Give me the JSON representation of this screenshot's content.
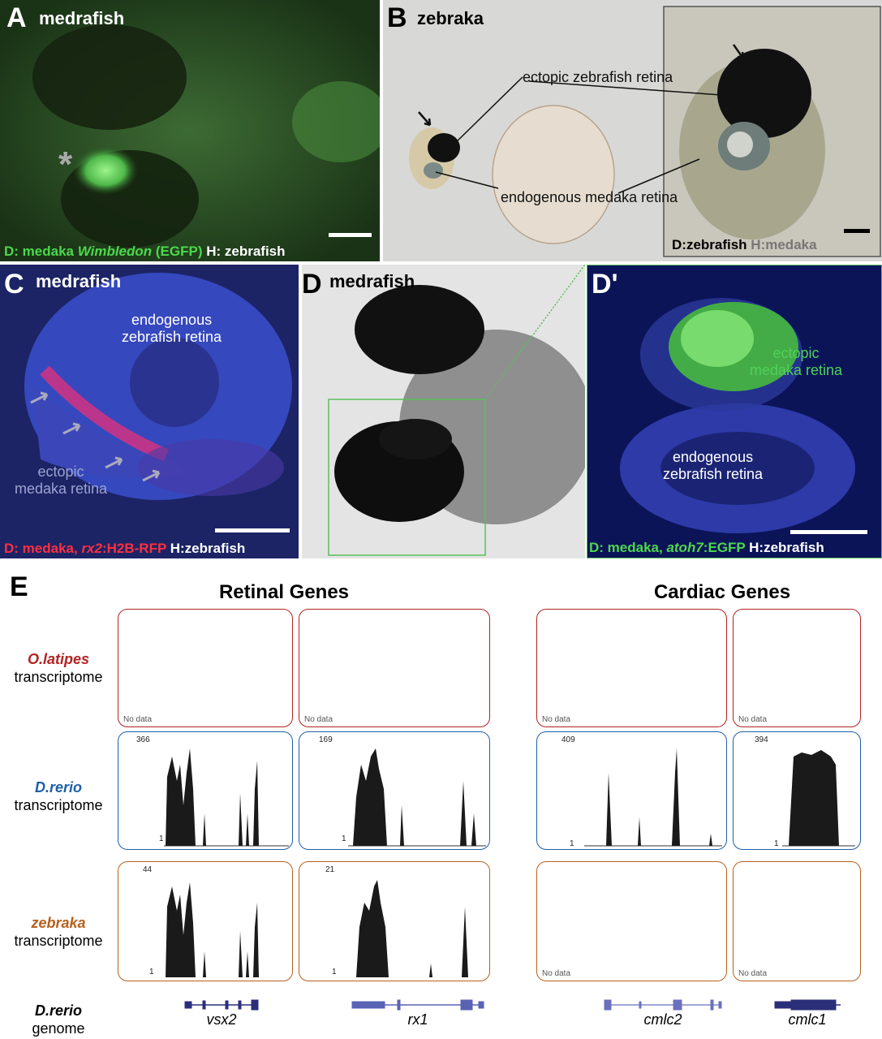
{
  "panels": {
    "A": {
      "letter": "A",
      "title": "medrafish",
      "cap_prefix": "D: medaka ",
      "cap_italic": "Wimbledon",
      "cap_mid": " (EGFP)",
      "cap_suffix": " H: zebrafish",
      "asterisk": "*"
    },
    "B": {
      "letter": "B",
      "title": "zebraka",
      "label1": "ectopic zebrafish retina",
      "label2": "endogenous medaka retina",
      "cap_d": "D:zebrafish",
      "cap_h": " H:medaka"
    },
    "C": {
      "letter": "C",
      "title": "medrafish",
      "label1": "endogenous\nzebrafish retina",
      "label2": "ectopic\nmedaka retina",
      "cap_prefix": "D: medaka, ",
      "cap_italic": "rx2",
      "cap_mid": ":H2B-RFP",
      "cap_suffix": " H:zebrafish"
    },
    "D": {
      "letter": "D",
      "title": "medrafish"
    },
    "Dp": {
      "letter": "D'",
      "label1": "ectopic\nmedaka retina",
      "label2": "endogenous\nzebrafish retina",
      "cap_prefix": "D: medaka, ",
      "cap_italic": "atoh7",
      "cap_mid": ":EGFP",
      "cap_suffix": " H:zebrafish"
    }
  },
  "panelE": {
    "letter": "E",
    "group_retinal": "Retinal Genes",
    "group_cardiac": "Cardiac Genes",
    "rows": [
      {
        "species": "O.latipes",
        "suffix": "transcriptome",
        "color": "#b22222"
      },
      {
        "species": "D.rerio",
        "suffix": "transcriptome",
        "color": "#1f5fa8"
      },
      {
        "species": "zebraka",
        "suffix": "transcriptome",
        "color": "#b8601d"
      },
      {
        "species": "D.rerio",
        "suffix": "genome",
        "color": "#000000"
      }
    ],
    "no_data": "No data",
    "tracks": {
      "olat": [
        "No data",
        "No data",
        "No data",
        "No data"
      ],
      "drer_max": [
        "366",
        "169",
        "409",
        "394"
      ],
      "zeb_max": [
        "44",
        "21",
        "",
        ""
      ],
      "zeb_nodata": [
        "No data",
        "No data"
      ],
      "min": "1"
    },
    "genes": [
      "vsx2",
      "rx1",
      "cmlc2",
      "cmlc1"
    ]
  }
}
